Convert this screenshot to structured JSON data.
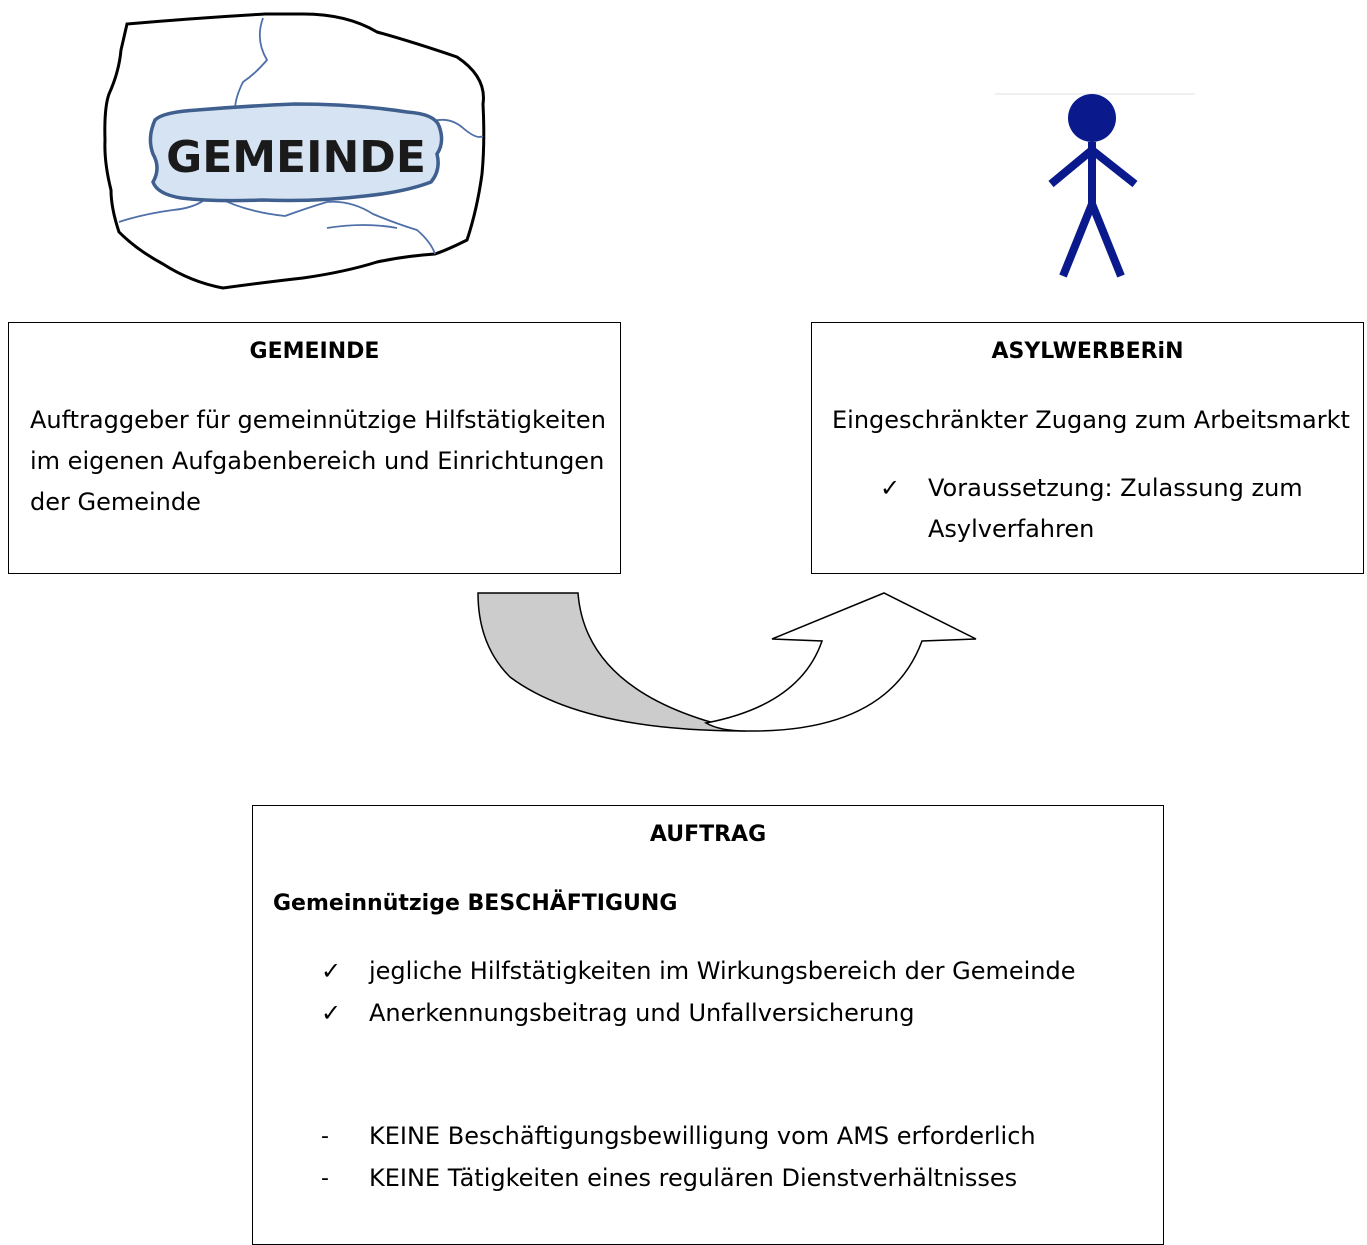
{
  "logo_gemeinde": {
    "text": "GEMEINDE",
    "colors": {
      "fill": "#d6e3f3",
      "outline": "#3f5f8f",
      "rivers": "#4f6fa8"
    }
  },
  "person": {
    "icon": "person-icon",
    "color": "#0a1a8c"
  },
  "box_gemeinde": {
    "title": "GEMEINDE",
    "lines": [
      "Auftraggeber für gemeinnützige Hilfstätigkeiten",
      "im eigenen Aufgabenbereich und Einrichtungen",
      "der Gemeinde"
    ]
  },
  "box_asylwerber": {
    "title": "ASYLWERBERiN",
    "text": "Eingeschränkter Zugang zum Arbeitsmarkt",
    "check_lines": [
      "Voraussetzung: Zulassung zum",
      "Asylverfahren"
    ]
  },
  "arrow": {
    "icon": "curved-arrow-icon",
    "fill_colors": {
      "back": "#cccccc",
      "front": "#ffffff"
    }
  },
  "box_auftrag": {
    "title": "AUFTRAG",
    "subtitle": "Gemeinnützige BESCHÄFTIGUNG",
    "checks": [
      "jegliche Hilfstätigkeiten im Wirkungsbereich der Gemeinde",
      "Anerkennungsbeitrag und Unfallversicherung"
    ],
    "dashes": [
      "KEINE Beschäftigungsbewilligung vom AMS erforderlich",
      "KEINE Tätigkeiten eines regulären Dienstverhältnisses"
    ]
  },
  "symbols": {
    "check": "✓",
    "dash": "-"
  }
}
